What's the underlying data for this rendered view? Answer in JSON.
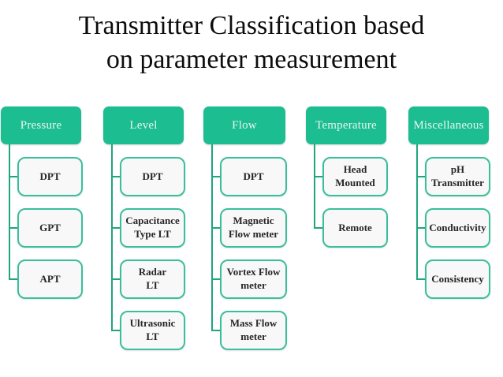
{
  "slide": {
    "title": "Transmitter Classification based\non parameter measurement"
  },
  "colors": {
    "background": "#ffffff",
    "title_text": "#0d0d0d",
    "header_bg": "#1cbd90",
    "header_text": "#e9f6f0",
    "node_bg": "#f8f8f8",
    "node_border": "#3abf9a",
    "node_text": "#262626",
    "connector": "#21a57e"
  },
  "columns": [
    {
      "label": "Pressure",
      "children": [
        "DPT",
        "GPT",
        "APT"
      ]
    },
    {
      "label": "Level",
      "children": [
        "DPT",
        "Capacitance\nType LT",
        "Radar\nLT",
        "Ultrasonic\nLT"
      ]
    },
    {
      "label": "Flow",
      "children": [
        "DPT",
        "Magnetic\nFlow meter",
        "Vortex Flow\nmeter",
        "Mass Flow\nmeter"
      ]
    },
    {
      "label": "Temperature",
      "children": [
        "Head\nMounted",
        "Remote"
      ]
    },
    {
      "label": "Miscellaneous",
      "children": [
        "pH\nTransmitter",
        "Conductivity",
        "Consistency"
      ]
    }
  ]
}
